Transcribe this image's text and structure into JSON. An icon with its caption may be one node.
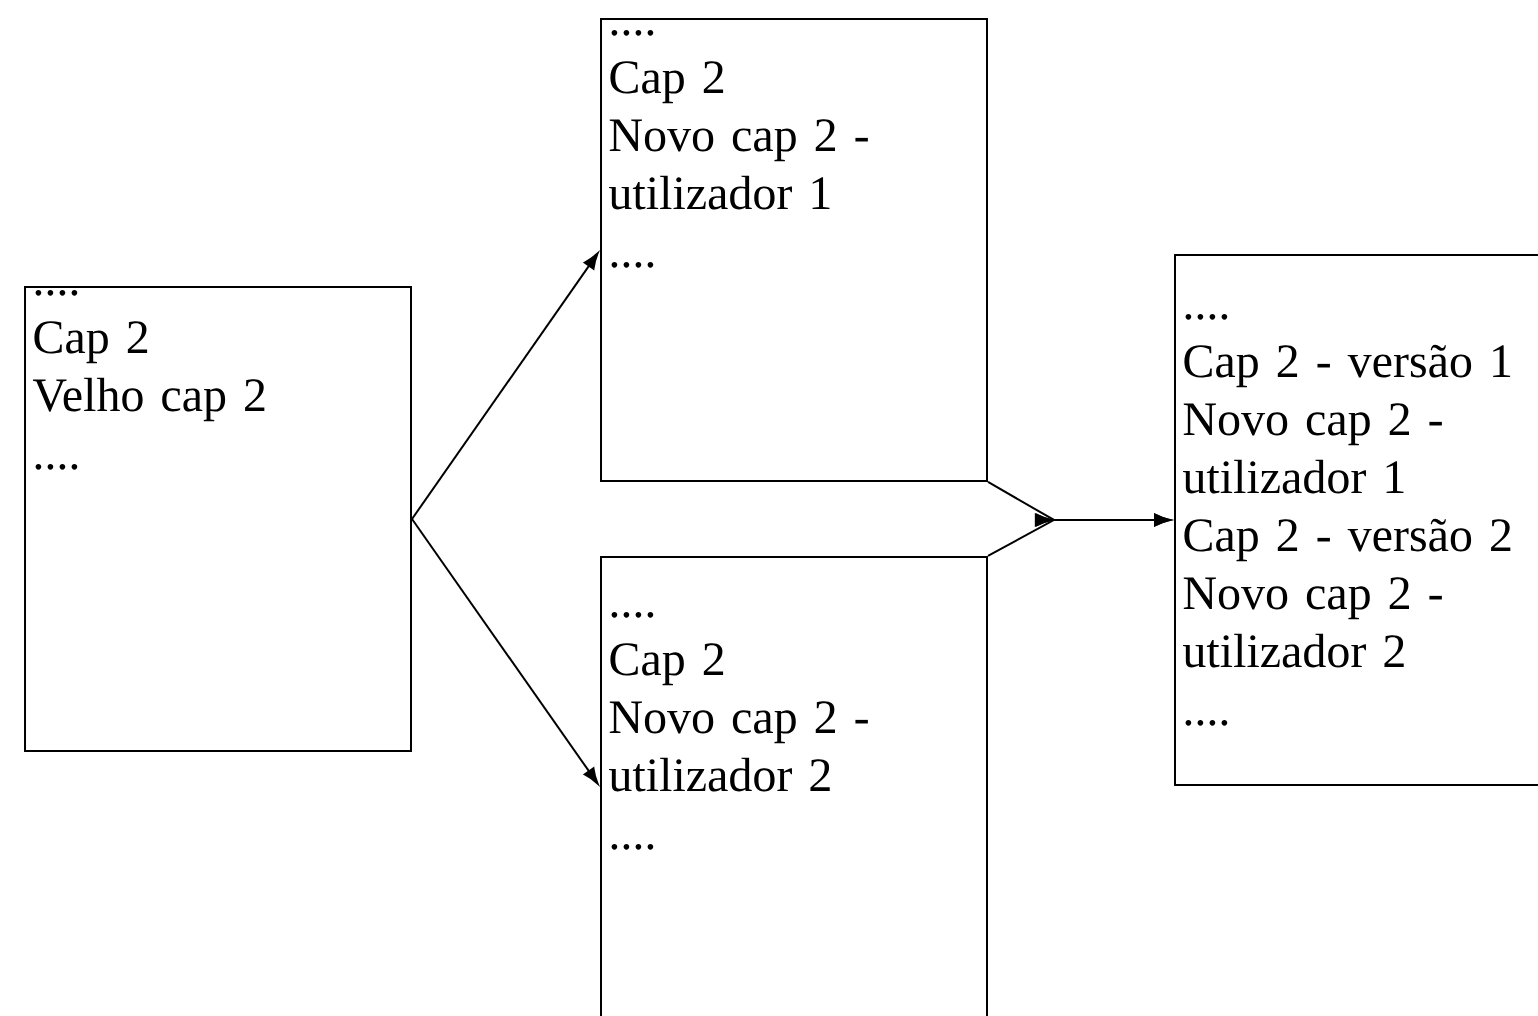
{
  "diagram": {
    "nodes": [
      {
        "text": [
          "....",
          "Cap 2",
          "Velho cap 2",
          "...."
        ]
      },
      {
        "text": [
          "....",
          "Cap 2",
          "Novo cap 2 - utilizador 1",
          "...."
        ]
      },
      {
        "text": [
          "....",
          "Cap 2",
          "Novo cap 2 - utilizador 2",
          "...."
        ]
      },
      {
        "text": [
          "....",
          "Cap 2 - versão 1",
          "Novo cap 2 - utilizador 1",
          "Cap 2 - versão 2",
          "Novo cap 2 - utilizador 2",
          "...."
        ]
      }
    ],
    "edges": [
      {
        "from": 0,
        "to": 1,
        "arrow": "to"
      },
      {
        "from": 0,
        "to": 2,
        "arrow": "to"
      },
      {
        "from": 1,
        "to": 3,
        "arrow": "to"
      },
      {
        "from": 2,
        "to": 3,
        "arrow": "to"
      }
    ]
  }
}
